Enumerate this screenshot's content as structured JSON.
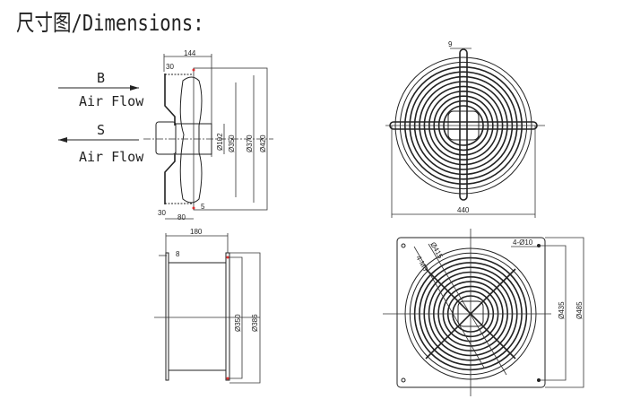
{
  "title": "尺寸图/Dimensions:",
  "airflow": {
    "b": {
      "letter": "B",
      "label": "Air Flow"
    },
    "s": {
      "letter": "S",
      "label": "Air Flow"
    }
  },
  "side_view_top": {
    "depth": "144",
    "rim_top": "30",
    "rim_bottom": "30",
    "base": "80",
    "gap": "5",
    "d_hub": "Ø102",
    "d_blade": "Ø350",
    "d_ring": "Ø370",
    "d_outer": "Ø420"
  },
  "front_view_top": {
    "bar_width": "9",
    "width": "440"
  },
  "side_view_bottom": {
    "depth": "180",
    "plate": "8",
    "d_inner": "Ø350",
    "d_outer": "Ø386"
  },
  "front_view_bottom": {
    "holes": "4-Ø10",
    "thread": "4-M8",
    "d_guard": "Ø415",
    "d_holes": "Ø435",
    "d_plate": "Ø485"
  },
  "colors": {
    "line": "#222222",
    "marker": "#e03030"
  }
}
